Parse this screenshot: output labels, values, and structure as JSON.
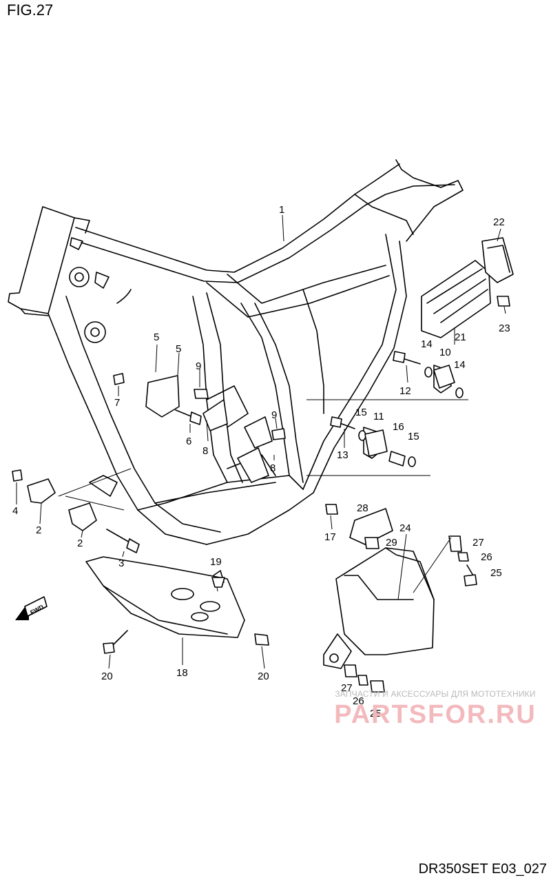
{
  "figure": {
    "title": "FIG.27",
    "id": "DR350SET E03_027"
  },
  "direction_label": "FWD",
  "part_labels": [
    {
      "key": "p1",
      "text": "1"
    },
    {
      "key": "p2a",
      "text": "2"
    },
    {
      "key": "p2b",
      "text": "2"
    },
    {
      "key": "p3",
      "text": "3"
    },
    {
      "key": "p4",
      "text": "4"
    },
    {
      "key": "p5a",
      "text": "5"
    },
    {
      "key": "p5b",
      "text": "5"
    },
    {
      "key": "p6",
      "text": "6"
    },
    {
      "key": "p7",
      "text": "7"
    },
    {
      "key": "p8a",
      "text": "8"
    },
    {
      "key": "p8b",
      "text": "8"
    },
    {
      "key": "p9a",
      "text": "9"
    },
    {
      "key": "p9b",
      "text": "9"
    },
    {
      "key": "p10",
      "text": "10"
    },
    {
      "key": "p11",
      "text": "11"
    },
    {
      "key": "p12",
      "text": "12"
    },
    {
      "key": "p13",
      "text": "13"
    },
    {
      "key": "p14a",
      "text": "14"
    },
    {
      "key": "p14b",
      "text": "14"
    },
    {
      "key": "p15a",
      "text": "15"
    },
    {
      "key": "p15b",
      "text": "15"
    },
    {
      "key": "p16",
      "text": "16"
    },
    {
      "key": "p17",
      "text": "17"
    },
    {
      "key": "p18",
      "text": "18"
    },
    {
      "key": "p19",
      "text": "19"
    },
    {
      "key": "p20a",
      "text": "20"
    },
    {
      "key": "p20b",
      "text": "20"
    },
    {
      "key": "p21",
      "text": "21"
    },
    {
      "key": "p22",
      "text": "22"
    },
    {
      "key": "p23",
      "text": "23"
    },
    {
      "key": "p24",
      "text": "24"
    },
    {
      "key": "p25a",
      "text": "25"
    },
    {
      "key": "p25b",
      "text": "25"
    },
    {
      "key": "p26a",
      "text": "26"
    },
    {
      "key": "p26b",
      "text": "26"
    },
    {
      "key": "p27a",
      "text": "27"
    },
    {
      "key": "p27b",
      "text": "27"
    },
    {
      "key": "p28",
      "text": "28"
    },
    {
      "key": "p29",
      "text": "29"
    }
  ],
  "watermark": {
    "tagline": "ЗАПЧАСТИ И АКСЕССУАРЫ ДЛЯ МОТОТЕХНИКИ",
    "brand": "PARTSFOR.RU"
  }
}
